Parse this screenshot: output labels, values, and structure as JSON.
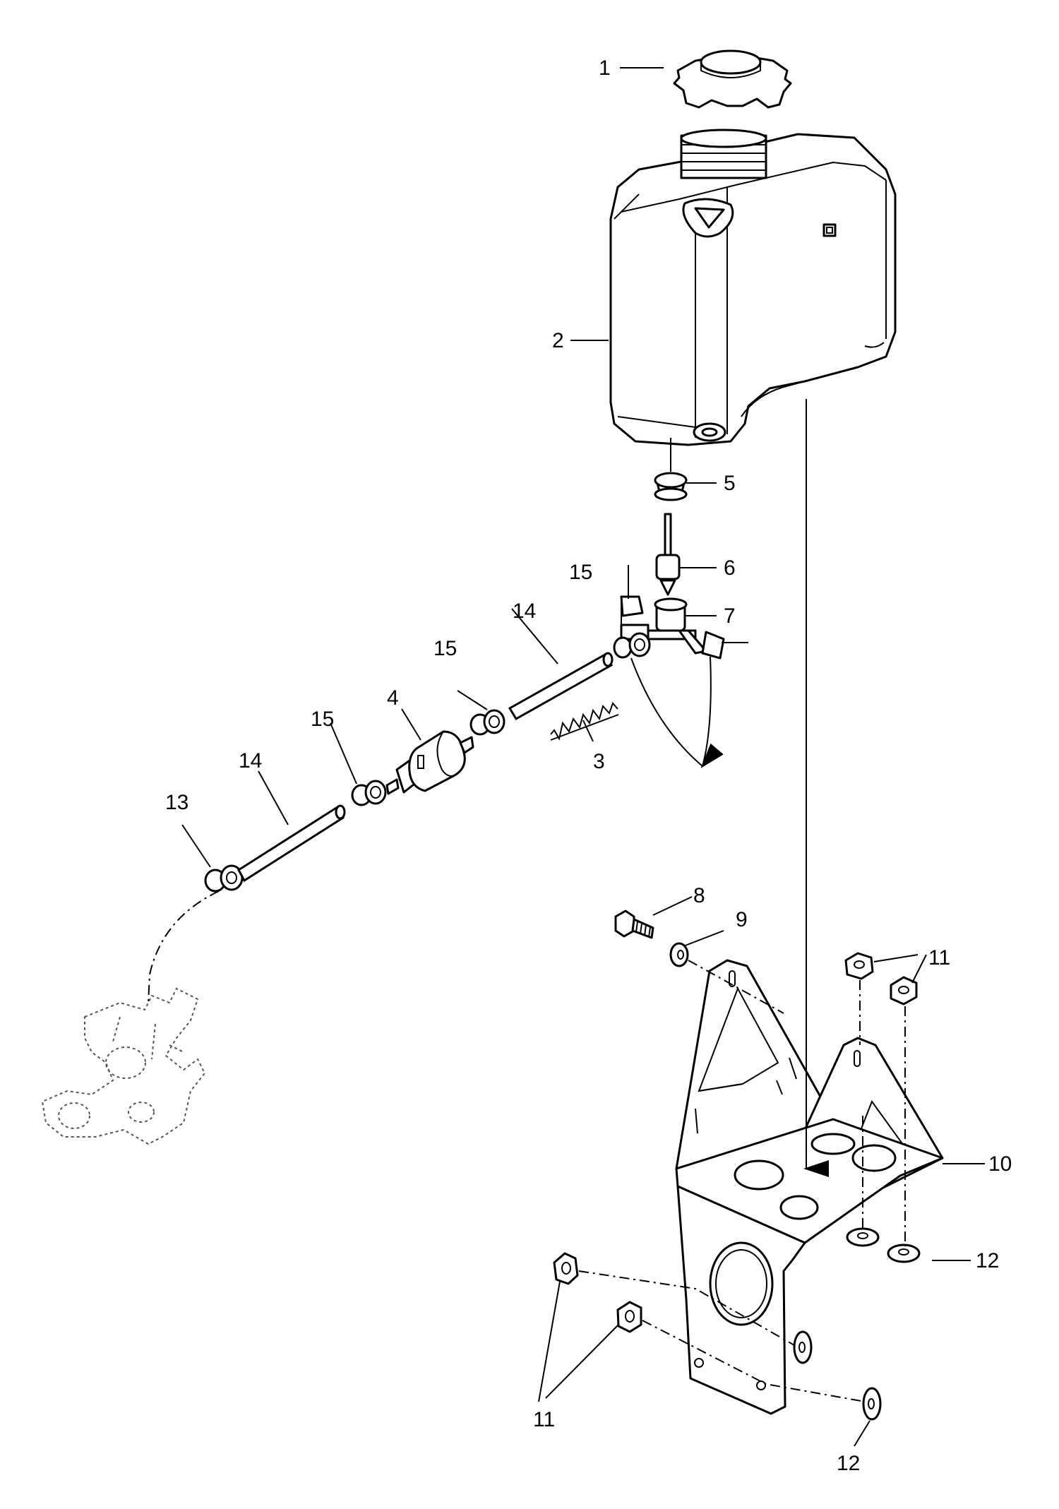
{
  "diagram": {
    "callouts": {
      "c1": "1",
      "c2": "2",
      "c3": "3",
      "c4": "4",
      "c5": "5",
      "c6": "6",
      "c7": "7",
      "c8": "8",
      "c9": "9",
      "c10": "10",
      "c11a": "11",
      "c11b": "11",
      "c12a": "12",
      "c12b": "12",
      "c13": "13",
      "c14a": "14",
      "c14b": "14",
      "c15a": "15",
      "c15b": "15",
      "c15c": "15"
    }
  }
}
